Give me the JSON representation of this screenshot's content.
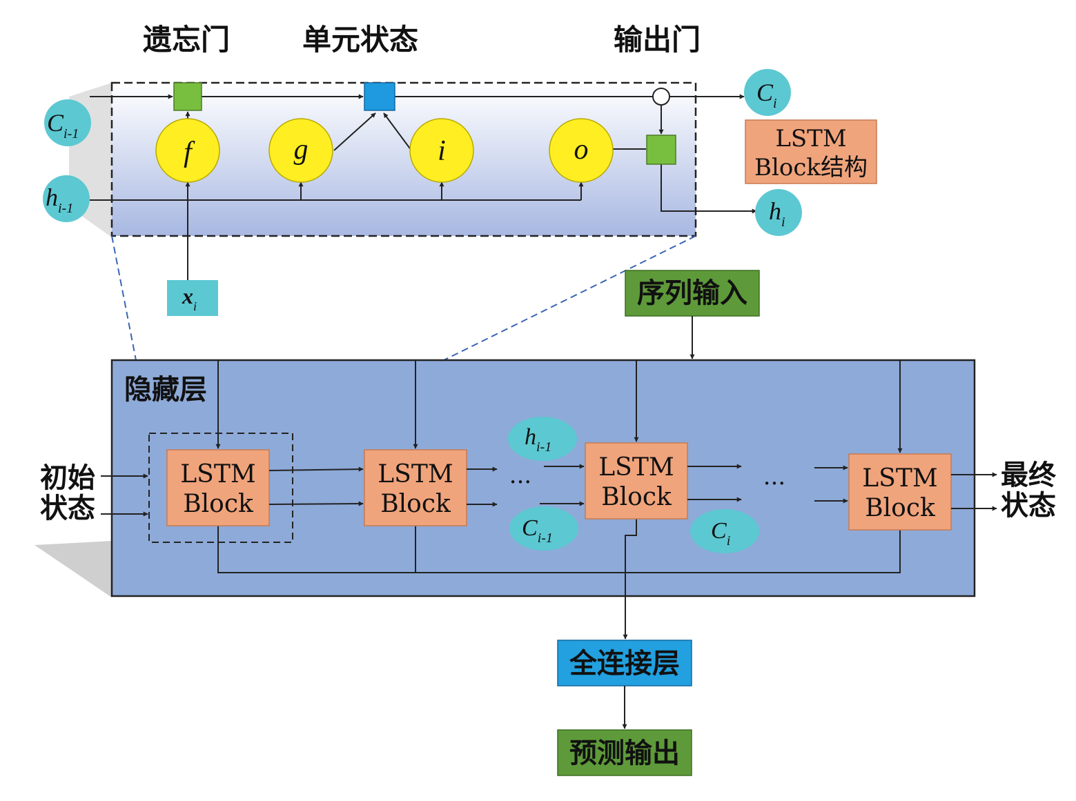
{
  "colors": {
    "gate_yellow": "#ffee22",
    "cell_teal": "#5cc8d2",
    "block_orange": "#f0a47c",
    "hidden_blue": "#8eaad8",
    "green_box": "#5e9a3a",
    "green_square": "#79bf3f",
    "blue_square": "#1f9ae0",
    "fc_blue": "#22a0e0",
    "dashed_line": "#3a64b4"
  },
  "top": {
    "forget_gate_label": "遗忘门",
    "cell_state_label": "单元状态",
    "output_gate_label": "输出门",
    "gates": {
      "f": "f",
      "g": "g",
      "i": "i",
      "o": "o"
    },
    "c_prev": {
      "base": "C",
      "sub": "i-1"
    },
    "h_prev": {
      "base": "h",
      "sub": "i-1"
    },
    "c_next": {
      "base": "C",
      "sub": "i"
    },
    "h_next": {
      "base": "h",
      "sub": "i"
    },
    "x_input": {
      "base": "x",
      "sub": "i"
    },
    "block_structure_line1": "LSTM",
    "block_structure_line2": "Block结构"
  },
  "bottom": {
    "sequence_input": "序列输入",
    "hidden_layer": "隐藏层",
    "initial_state_line1": "初始",
    "initial_state_line2": "状态",
    "final_state_line1": "最终",
    "final_state_line2": "状态",
    "lstm_line1": "LSTM",
    "lstm_line2": "Block",
    "ellipsis": "···",
    "h_prev": {
      "base": "h",
      "sub": "i-1"
    },
    "c_prev": {
      "base": "C",
      "sub": "i-1"
    },
    "c_next": {
      "base": "C",
      "sub": "i"
    },
    "fully_connected": "全连接层",
    "prediction_output": "预测输出"
  }
}
